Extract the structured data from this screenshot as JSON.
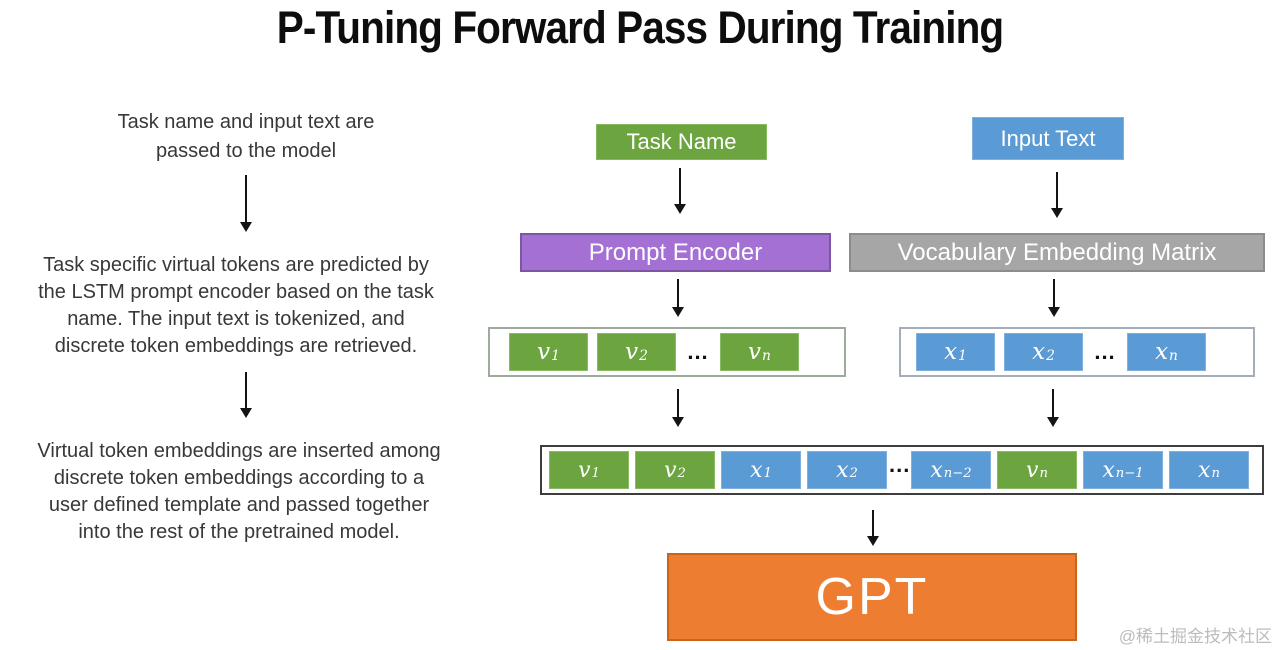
{
  "title": "P-Tuning Forward Pass During Training",
  "watermark": "@稀土掘金技术社区",
  "ellipsis": "...",
  "notes": {
    "step1": "Task name and input text are\npassed to the model",
    "step2": "Task specific virtual tokens are predicted by\nthe LSTM prompt encoder based on the task\nname. The input text is tokenized, and\ndiscrete token embeddings are retrieved.",
    "step3": "Virtual token embeddings are inserted among\ndiscrete token embeddings according to a\nuser defined template and passed together\ninto the rest of the pretrained model."
  },
  "boxes": {
    "task_name": "Task Name",
    "input_text": "Input Text",
    "prompt_encoder": "Prompt Encoder",
    "vocab_matrix": "Vocabulary Embedding Matrix",
    "gpt": "GPT"
  },
  "virtual_row": {
    "tokens": [
      {
        "base": "v",
        "sub": "1"
      },
      {
        "base": "v",
        "sub": "2"
      },
      {
        "base": "v",
        "sub": "n"
      }
    ]
  },
  "discrete_row": {
    "tokens": [
      {
        "base": "x",
        "sub": "1"
      },
      {
        "base": "x",
        "sub": "2"
      },
      {
        "base": "x",
        "sub": "n"
      }
    ]
  },
  "combined_row": {
    "tokens": [
      {
        "base": "v",
        "sub": "1",
        "type": "virtual"
      },
      {
        "base": "v",
        "sub": "2",
        "type": "virtual"
      },
      {
        "base": "x",
        "sub": "1",
        "type": "discrete"
      },
      {
        "base": "x",
        "sub": "2",
        "type": "discrete"
      },
      {
        "base": "x",
        "sub": "n−2",
        "type": "discrete"
      },
      {
        "base": "v",
        "sub": "n",
        "type": "virtual"
      },
      {
        "base": "x",
        "sub": "n−1",
        "type": "discrete"
      },
      {
        "base": "x",
        "sub": "n",
        "type": "discrete"
      }
    ]
  },
  "colors": {
    "virtual_green": "#6CA440",
    "discrete_blue": "#5B9BD5",
    "encoder_purple": "#A470D4",
    "matrix_gray": "#A6A6A6",
    "gpt_orange": "#ED7D31"
  }
}
